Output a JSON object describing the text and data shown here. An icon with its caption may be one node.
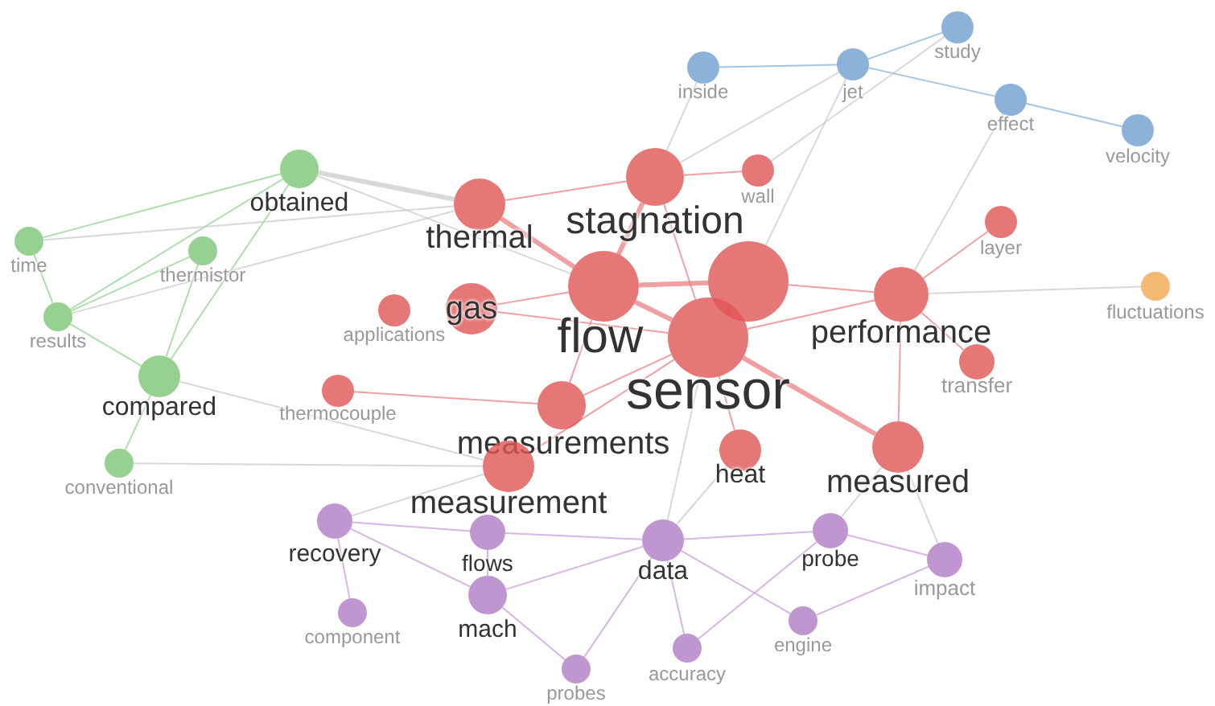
{
  "diagram": {
    "nodes": [
      {
        "text": [
          "inside"
        ]
      },
      {
        "text": [
          "jet"
        ]
      },
      {
        "text": [
          "study"
        ]
      },
      {
        "text": [
          "effect"
        ]
      },
      {
        "text": [
          "velocity"
        ]
      },
      {
        "text": [
          "fluctuations"
        ]
      },
      {
        "text": [
          "obtained"
        ]
      },
      {
        "text": [
          "thermistor"
        ]
      },
      {
        "text": [
          "time"
        ]
      },
      {
        "text": [
          "results"
        ]
      },
      {
        "text": [
          "compared"
        ]
      },
      {
        "text": [
          "conventional"
        ]
      },
      {
        "text": [
          "stagnation"
        ]
      },
      {
        "text": [
          "wall"
        ]
      },
      {
        "text": [
          "thermal"
        ]
      },
      {
        "text": [
          "layer"
        ]
      },
      {
        "text": [
          "flow"
        ]
      },
      {
        "text": [],
        "shape": "circle"
      },
      {
        "text": [
          "gas"
        ]
      },
      {
        "text": [
          "applications"
        ]
      },
      {
        "text": [
          "performance"
        ]
      },
      {
        "text": [
          "sensor"
        ]
      },
      {
        "text": [
          "transfer"
        ]
      },
      {
        "text": [
          "thermocouple"
        ]
      },
      {
        "text": [
          "measurements"
        ]
      },
      {
        "text": [
          "heat"
        ]
      },
      {
        "text": [
          "measured"
        ]
      },
      {
        "text": [
          "measurement"
        ]
      },
      {
        "text": [
          "recovery"
        ]
      },
      {
        "text": [
          "flows"
        ]
      },
      {
        "text": [
          "data"
        ]
      },
      {
        "text": [
          "probe"
        ]
      },
      {
        "text": [
          "impact"
        ]
      },
      {
        "text": [
          "component"
        ]
      },
      {
        "text": [
          "mach"
        ]
      },
      {
        "text": [
          "engine"
        ]
      },
      {
        "text": [
          "accuracy"
        ]
      },
      {
        "text": [
          "probes"
        ]
      }
    ],
    "edges": [
      {
        "from": 0,
        "to": 1,
        "arrow": "none",
        "color": "#7fa9d6"
      },
      {
        "from": 1,
        "to": 2,
        "arrow": "none",
        "color": "#7fa9d6"
      },
      {
        "from": 1,
        "to": 3,
        "arrow": "none",
        "color": "#7fa9d6"
      },
      {
        "from": 3,
        "to": 4,
        "arrow": "none",
        "color": "#7fa9d6"
      },
      {
        "from": 0,
        "to": 12,
        "arrow": "none"
      },
      {
        "from": 1,
        "to": 12,
        "arrow": "none"
      },
      {
        "from": 1,
        "to": 17,
        "arrow": "none"
      },
      {
        "from": 3,
        "to": 20,
        "arrow": "none"
      },
      {
        "from": 2,
        "to": 13,
        "arrow": "none"
      },
      {
        "from": 5,
        "to": 20,
        "arrow": "none"
      },
      {
        "from": 6,
        "to": 10,
        "arrow": "none",
        "color": "#8fcf8a"
      },
      {
        "from": 6,
        "to": 9,
        "arrow": "none",
        "color": "#8fcf8a"
      },
      {
        "from": 7,
        "to": 9,
        "arrow": "none",
        "color": "#8fcf8a"
      },
      {
        "from": 8,
        "to": 9,
        "arrow": "none",
        "color": "#8fcf8a"
      },
      {
        "from": 9,
        "to": 10,
        "arrow": "none",
        "color": "#8fcf8a"
      },
      {
        "from": 10,
        "to": 11,
        "arrow": "none",
        "color": "#8fcf8a"
      },
      {
        "from": 8,
        "to": 6,
        "arrow": "none",
        "color": "#8fcf8a"
      },
      {
        "from": 7,
        "to": 10,
        "arrow": "none",
        "color": "#8fcf8a"
      },
      {
        "from": 6,
        "to": 14,
        "arrow": "none",
        "style": "thick"
      },
      {
        "from": 6,
        "to": 16,
        "arrow": "none"
      },
      {
        "from": 10,
        "to": 27,
        "arrow": "none"
      },
      {
        "from": 11,
        "to": 27,
        "arrow": "none"
      },
      {
        "from": 8,
        "to": 14,
        "arrow": "none"
      },
      {
        "from": 9,
        "to": 14,
        "arrow": "none"
      },
      {
        "from": 12,
        "to": 16,
        "arrow": "none",
        "style": "thick",
        "color": "#e8777a"
      },
      {
        "from": 12,
        "to": 21,
        "arrow": "none",
        "color": "#e8777a"
      },
      {
        "from": 12,
        "to": 14,
        "arrow": "none",
        "color": "#e8777a"
      },
      {
        "from": 14,
        "to": 16,
        "arrow": "none",
        "style": "thick",
        "color": "#e8777a"
      },
      {
        "from": 16,
        "to": 21,
        "arrow": "none",
        "style": "thick",
        "color": "#e8777a"
      },
      {
        "from": 16,
        "to": 17,
        "arrow": "none",
        "style": "thick",
        "color": "#e8777a"
      },
      {
        "from": 17,
        "to": 21,
        "arrow": "none",
        "style": "thick",
        "color": "#e8777a"
      },
      {
        "from": 20,
        "to": 21,
        "arrow": "none",
        "color": "#e8777a"
      },
      {
        "from": 17,
        "to": 20,
        "arrow": "none",
        "color": "#e8777a"
      },
      {
        "from": 18,
        "to": 16,
        "arrow": "none",
        "color": "#e8777a"
      },
      {
        "from": 18,
        "to": 21,
        "arrow": "none",
        "color": "#e8777a"
      },
      {
        "from": 23,
        "to": 24,
        "arrow": "none",
        "color": "#e8777a"
      },
      {
        "from": 24,
        "to": 16,
        "arrow": "none",
        "color": "#e8777a"
      },
      {
        "from": 24,
        "to": 21,
        "arrow": "none",
        "color": "#e8777a"
      },
      {
        "from": 25,
        "to": 21,
        "arrow": "none",
        "color": "#e8777a"
      },
      {
        "from": 26,
        "to": 21,
        "arrow": "none",
        "style": "thick",
        "color": "#e8777a"
      },
      {
        "from": 27,
        "to": 21,
        "arrow": "none",
        "color": "#e8777a"
      },
      {
        "from": 22,
        "to": 20,
        "arrow": "none",
        "color": "#e8777a"
      },
      {
        "from": 15,
        "to": 20,
        "arrow": "none",
        "color": "#e8777a"
      },
      {
        "from": 13,
        "to": 12,
        "arrow": "none",
        "color": "#e8777a"
      },
      {
        "from": 20,
        "to": 26,
        "arrow": "none",
        "color": "#e8777a"
      },
      {
        "from": 28,
        "to": 29,
        "arrow": "none",
        "color": "#c597d6"
      },
      {
        "from": 29,
        "to": 30,
        "arrow": "none",
        "color": "#c597d6"
      },
      {
        "from": 30,
        "to": 31,
        "arrow": "none",
        "color": "#c597d6"
      },
      {
        "from": 31,
        "to": 32,
        "arrow": "none",
        "color": "#c597d6"
      },
      {
        "from": 28,
        "to": 34,
        "arrow": "none",
        "color": "#c597d6"
      },
      {
        "from": 29,
        "to": 34,
        "arrow": "none",
        "color": "#c597d6"
      },
      {
        "from": 30,
        "to": 34,
        "arrow": "none",
        "color": "#c597d6"
      },
      {
        "from": 30,
        "to": 36,
        "arrow": "none",
        "color": "#c597d6"
      },
      {
        "from": 30,
        "to": 35,
        "arrow": "none",
        "color": "#c597d6"
      },
      {
        "from": 34,
        "to": 37,
        "arrow": "none",
        "color": "#c597d6"
      },
      {
        "from": 33,
        "to": 28,
        "arrow": "none",
        "color": "#c597d6"
      },
      {
        "from": 36,
        "to": 31,
        "arrow": "none",
        "color": "#c597d6"
      },
      {
        "from": 37,
        "to": 30,
        "arrow": "none",
        "color": "#c597d6"
      },
      {
        "from": 35,
        "to": 32,
        "arrow": "none",
        "color": "#c597d6"
      },
      {
        "from": 28,
        "to": 27,
        "arrow": "none"
      },
      {
        "from": 30,
        "to": 21,
        "arrow": "none"
      },
      {
        "from": 31,
        "to": 26,
        "arrow": "none"
      },
      {
        "from": 32,
        "to": 26,
        "arrow": "none"
      },
      {
        "from": 30,
        "to": 25,
        "arrow": "none"
      }
    ]
  }
}
